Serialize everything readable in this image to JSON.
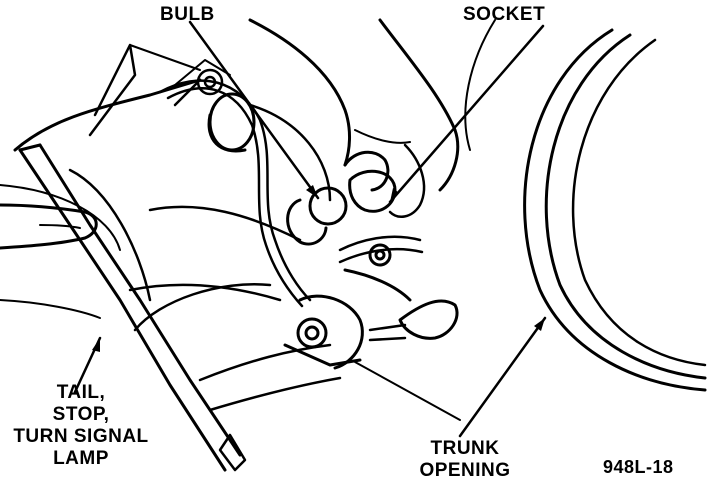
{
  "labels": {
    "bulb": "BULB",
    "socket": "SOCKET",
    "tail_lamp": [
      "TAIL,",
      "STOP,",
      "TURN SIGNAL",
      "LAMP"
    ],
    "trunk_opening": [
      "TRUNK",
      "OPENING"
    ],
    "figure_id": "948L-18"
  },
  "colors": {
    "ink": "#000000",
    "paper": "#ffffff"
  }
}
